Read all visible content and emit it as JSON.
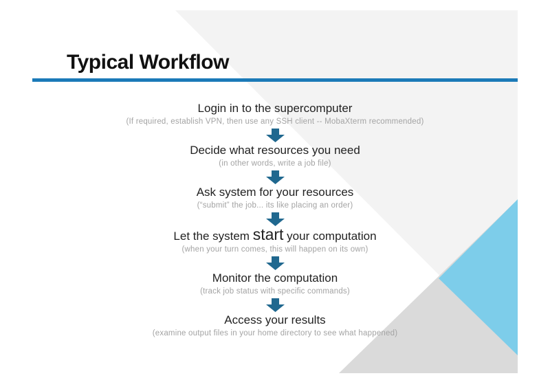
{
  "slide": {
    "title": "Typical Workflow"
  },
  "steps": [
    {
      "title": "Login in to the supercomputer",
      "subtitle": "(If required, establish VPN, then use any SSH client -- MobaXterm recommended)"
    },
    {
      "title": "Decide what resources you need",
      "subtitle": "(in other words, write a job file)"
    },
    {
      "title": "Ask system for your resources",
      "subtitle": "(“submit” the job... its like placing an order)"
    },
    {
      "title_pre": "Let the system ",
      "title_em": "start",
      "title_post": " your computation",
      "subtitle": "(when your turn comes, this will happen on its own)"
    },
    {
      "title": "Monitor the computation",
      "subtitle": "(track job status with specific commands)"
    },
    {
      "title": "Access your results",
      "subtitle": "(examine output files in your home directory to see what happened)"
    }
  ],
  "colors": {
    "accent_rule": "#1b7ab8",
    "arrow": "#20688f",
    "light_triangle": "#f3f3f3",
    "dark_triangle": "#dadada",
    "blue_triangle": "#7dcdea",
    "title_text": "#111111",
    "step_text": "#222222",
    "subtext": "#a3a3a3"
  }
}
